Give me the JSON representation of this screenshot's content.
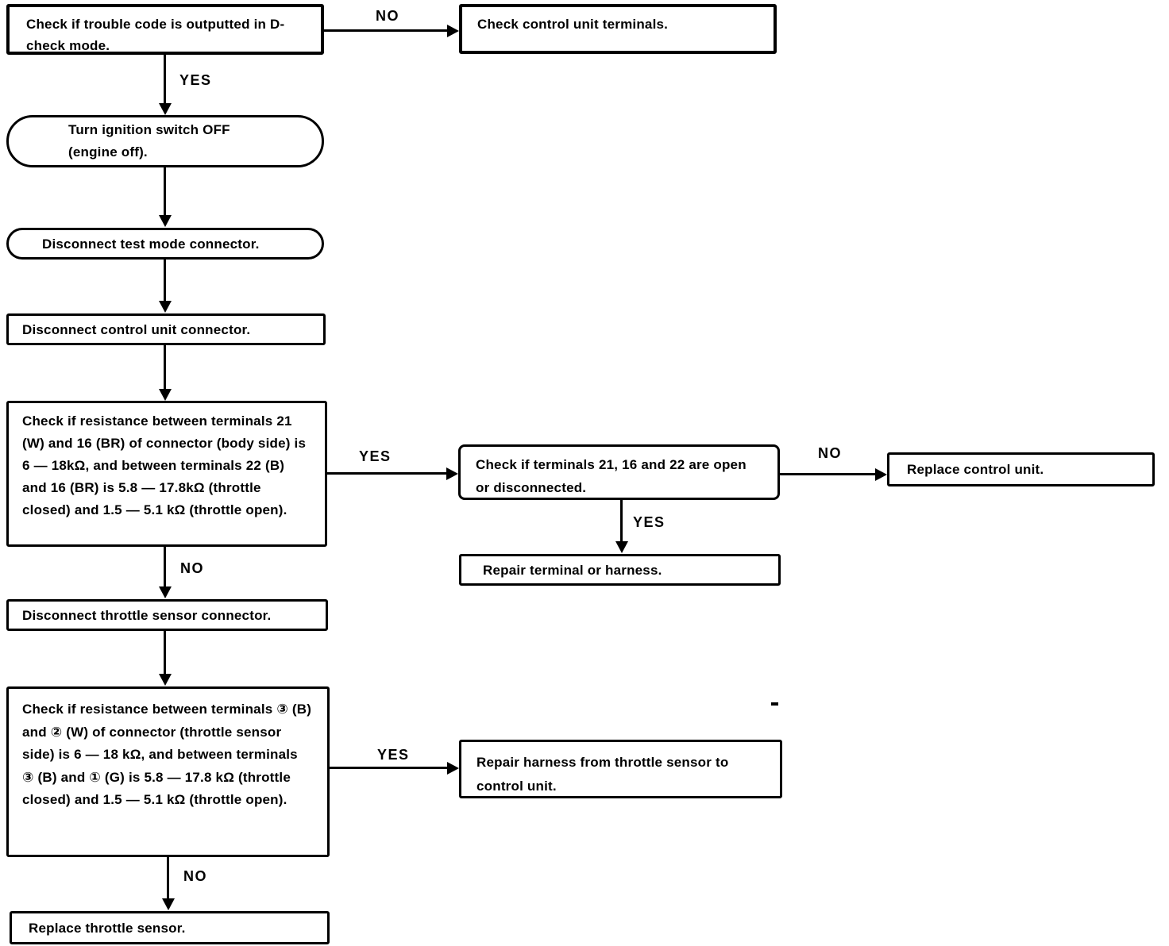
{
  "diagram": {
    "nodes": {
      "check_trouble_code": "Check if trouble code is outputted in D-check mode.",
      "check_control_unit_terminals": "Check control unit terminals.",
      "turn_ignition_off": "Turn ignition switch OFF (engine off).",
      "disconnect_test_mode": "Disconnect test mode connector.",
      "disconnect_control_unit": "Disconnect control unit connector.",
      "check_resistance_body_side": "Check if resistance between terminals 21 (W) and 16 (BR) of connector (body side) is 6 — 18kΩ, and between terminals 22 (B) and 16 (BR) is 5.8 — 17.8kΩ (throttle closed) and 1.5 — 5.1 kΩ (throttle open).",
      "check_terminals_open": "Check if terminals 21, 16 and 22 are open or disconnected.",
      "replace_control_unit": "Replace control unit.",
      "repair_terminal_harness": "Repair terminal or harness.",
      "disconnect_throttle_sensor": "Disconnect throttle sensor connector.",
      "check_resistance_sensor_side": "Check if resistance between terminals ③ (B) and ② (W) of connector (throttle sensor side) is 6 — 18 kΩ, and between terminals ③ (B) and ① (G) is 5.8 — 17.8 kΩ (throttle closed) and 1.5 — 5.1 kΩ (throttle open).",
      "repair_harness_sensor": "Repair harness from throttle sensor to control unit.",
      "replace_throttle_sensor": "Replace throttle sensor."
    },
    "edge_labels": {
      "trouble_no": "NO",
      "trouble_yes": "YES",
      "resistance_body_yes": "YES",
      "terminals_no": "NO",
      "terminals_yes": "YES",
      "resistance_body_no": "NO",
      "resistance_sensor_yes": "YES",
      "resistance_sensor_no": "NO"
    },
    "colors": {
      "ink": "#000000",
      "paper": "#ffffff"
    }
  }
}
